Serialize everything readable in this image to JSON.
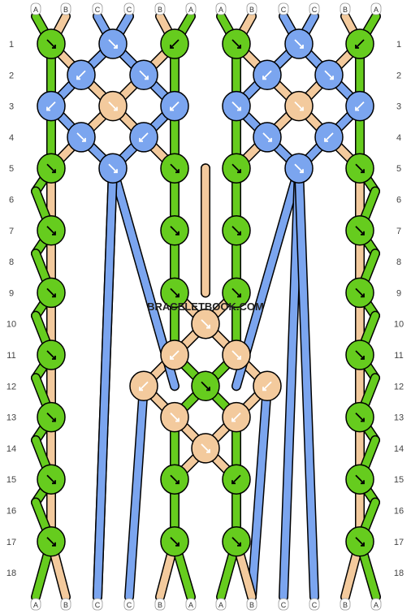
{
  "watermark": "BRACELETBOOK.COM",
  "colors": {
    "A": "#66cc1e",
    "B": "#f3ca9d",
    "C": "#7ba5ef",
    "outline": "#000000"
  },
  "top_labels": [
    "A",
    "B",
    "C",
    "C",
    "B",
    "A",
    "A",
    "B",
    "C",
    "C",
    "B",
    "A"
  ],
  "bottom_labels": [
    "A",
    "B",
    "C",
    "C",
    "B",
    "A",
    "A",
    "B",
    "C",
    "C",
    "B",
    "A"
  ],
  "row_numbers": [
    "1",
    "2",
    "3",
    "4",
    "5",
    "6",
    "7",
    "8",
    "9",
    "10",
    "11",
    "12",
    "13",
    "14",
    "15",
    "16",
    "17",
    "18"
  ],
  "knot_types": {
    "f": "forward knot (arrow ↘)",
    "b": "backward knot (arrow ↙)"
  },
  "knots": [
    {
      "row": 1,
      "col": 1,
      "color": "A",
      "type": "f"
    },
    {
      "row": 1,
      "col": 3,
      "color": "C",
      "type": "f"
    },
    {
      "row": 1,
      "col": 5,
      "color": "A",
      "type": "b"
    },
    {
      "row": 1,
      "col": 7,
      "color": "A",
      "type": "f"
    },
    {
      "row": 1,
      "col": 9,
      "color": "C",
      "type": "f"
    },
    {
      "row": 1,
      "col": 11,
      "color": "A",
      "type": "b"
    },
    {
      "row": 2,
      "col": 2,
      "color": "C",
      "type": "b"
    },
    {
      "row": 2,
      "col": 4,
      "color": "C",
      "type": "f"
    },
    {
      "row": 2,
      "col": 8,
      "color": "C",
      "type": "b"
    },
    {
      "row": 2,
      "col": 10,
      "color": "C",
      "type": "f"
    },
    {
      "row": 3,
      "col": 1,
      "color": "C",
      "type": "b"
    },
    {
      "row": 3,
      "col": 3,
      "color": "B",
      "type": "f"
    },
    {
      "row": 3,
      "col": 5,
      "color": "C",
      "type": "b"
    },
    {
      "row": 3,
      "col": 7,
      "color": "C",
      "type": "f"
    },
    {
      "row": 3,
      "col": 9,
      "color": "B",
      "type": "f"
    },
    {
      "row": 3,
      "col": 11,
      "color": "C",
      "type": "b"
    },
    {
      "row": 4,
      "col": 2,
      "color": "C",
      "type": "f"
    },
    {
      "row": 4,
      "col": 4,
      "color": "C",
      "type": "b"
    },
    {
      "row": 4,
      "col": 8,
      "color": "C",
      "type": "f"
    },
    {
      "row": 4,
      "col": 10,
      "color": "C",
      "type": "b"
    },
    {
      "row": 5,
      "col": 1,
      "color": "A",
      "type": "f"
    },
    {
      "row": 5,
      "col": 3,
      "color": "C",
      "type": "f"
    },
    {
      "row": 5,
      "col": 5,
      "color": "A",
      "type": "f"
    },
    {
      "row": 5,
      "col": 7,
      "color": "A",
      "type": "f"
    },
    {
      "row": 5,
      "col": 9,
      "color": "C",
      "type": "f"
    },
    {
      "row": 5,
      "col": 11,
      "color": "A",
      "type": "f"
    },
    {
      "row": 7,
      "col": 1,
      "color": "A",
      "type": "f"
    },
    {
      "row": 7,
      "col": 5,
      "color": "A",
      "type": "f"
    },
    {
      "row": 7,
      "col": 7,
      "color": "A",
      "type": "f"
    },
    {
      "row": 7,
      "col": 11,
      "color": "A",
      "type": "f"
    },
    {
      "row": 9,
      "col": 1,
      "color": "A",
      "type": "f"
    },
    {
      "row": 9,
      "col": 5,
      "color": "A",
      "type": "f"
    },
    {
      "row": 9,
      "col": 7,
      "color": "A",
      "type": "f"
    },
    {
      "row": 9,
      "col": 11,
      "color": "A",
      "type": "f"
    },
    {
      "row": 10,
      "col": 6,
      "color": "B",
      "type": "f"
    },
    {
      "row": 11,
      "col": 1,
      "color": "A",
      "type": "f"
    },
    {
      "row": 11,
      "col": 5,
      "color": "B",
      "type": "b"
    },
    {
      "row": 11,
      "col": 7,
      "color": "B",
      "type": "f"
    },
    {
      "row": 11,
      "col": 11,
      "color": "A",
      "type": "f"
    },
    {
      "row": 12,
      "col": 4,
      "color": "B",
      "type": "b"
    },
    {
      "row": 12,
      "col": 6,
      "color": "A",
      "type": "f"
    },
    {
      "row": 12,
      "col": 8,
      "color": "B",
      "type": "b"
    },
    {
      "row": 13,
      "col": 1,
      "color": "A",
      "type": "f"
    },
    {
      "row": 13,
      "col": 5,
      "color": "B",
      "type": "f"
    },
    {
      "row": 13,
      "col": 7,
      "color": "B",
      "type": "b"
    },
    {
      "row": 13,
      "col": 11,
      "color": "A",
      "type": "f"
    },
    {
      "row": 14,
      "col": 6,
      "color": "B",
      "type": "f"
    },
    {
      "row": 15,
      "col": 1,
      "color": "A",
      "type": "f"
    },
    {
      "row": 15,
      "col": 5,
      "color": "A",
      "type": "f"
    },
    {
      "row": 15,
      "col": 7,
      "color": "A",
      "type": "b"
    },
    {
      "row": 15,
      "col": 11,
      "color": "A",
      "type": "f"
    },
    {
      "row": 17,
      "col": 1,
      "color": "A",
      "type": "f"
    },
    {
      "row": 17,
      "col": 5,
      "color": "A",
      "type": "f"
    },
    {
      "row": 17,
      "col": 7,
      "color": "A",
      "type": "f"
    },
    {
      "row": 17,
      "col": 11,
      "color": "A",
      "type": "f"
    }
  ],
  "threads": [
    {
      "color": "C",
      "from": {
        "row": 5,
        "col": 3
      },
      "to": {
        "row": 12,
        "col": 5
      }
    },
    {
      "color": "C",
      "from": {
        "row": 5,
        "col": 3
      },
      "to": {
        "row": 18.5,
        "col": 3
      }
    },
    {
      "color": "C",
      "from": {
        "row": 5,
        "col": 9
      },
      "to": {
        "row": 12,
        "col": 7
      }
    },
    {
      "color": "C",
      "from": {
        "row": 5,
        "col": 9
      },
      "to": {
        "row": 18.5,
        "col": 9
      }
    },
    {
      "color": "C",
      "from": {
        "row": 12,
        "col": 4
      },
      "to": {
        "row": 18.5,
        "col": 4
      }
    },
    {
      "color": "C",
      "from": {
        "row": 12,
        "col": 8
      },
      "to": {
        "row": 18.5,
        "col": 8
      }
    }
  ]
}
